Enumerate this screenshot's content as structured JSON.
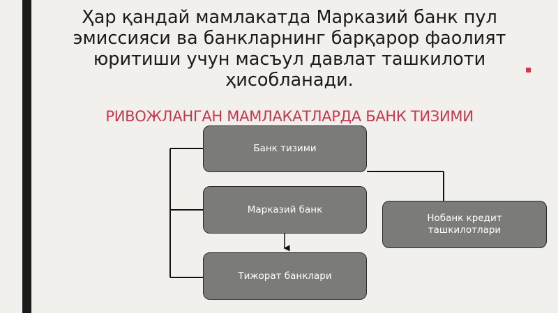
{
  "slide": {
    "heading": "Ҳар қандай мамлакатда Марказий банк пул\nэмиссияси ва банкларнинг барқарор фаолият\nюритиши учун масъул давлат ташкилоти\nҳисобланади.",
    "subheading": "РИВОЖЛАНГАН МАМЛАКАТЛАРДА БАНК ТИЗИМИ"
  },
  "diagram": {
    "nodes": {
      "bank_system": "Банк тизими",
      "central_bank": "Марказий банк",
      "commercial_banks": "Тижорат банклари",
      "nonbank_credit": "Нобанк кредит\nташкилотлари"
    }
  },
  "colors": {
    "background": "#f1f0ec",
    "box_fill": "#7b7b79",
    "box_border": "#2b2b2b",
    "connector": "#111111",
    "subheading": "#c8364c",
    "left_bar": "#1a1a1a"
  }
}
